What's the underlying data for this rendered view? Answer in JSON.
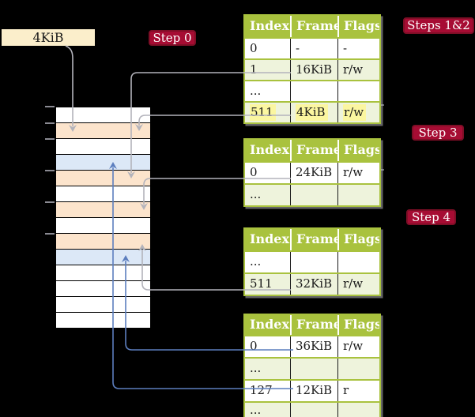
{
  "colors": {
    "background": "#000000",
    "badge_bg": "#A60C33",
    "badge_border": "#7E0E26",
    "badge_text": "#FFFFFF",
    "table_header_bg": "#A9C23E",
    "table_border": "#A9C23E",
    "table_row_green": "#EEF3DC",
    "table_row_white": "#FFFFFF",
    "highlight_yellow": "#FBF6A0",
    "mem_orange": "#FCE4CC",
    "mem_blue": "#DCE8F7",
    "mem_white": "#FFFFFF",
    "label_box_bg": "#FBEECB",
    "arrow_gray": "#B3B3BB",
    "arrow_blue": "#5C7EBE",
    "tick_gray": "#8A8A92"
  },
  "page_size_label": "4KiB",
  "badges": {
    "step0": "Step 0",
    "steps12": "Steps 1&2",
    "step3": "Step 3",
    "step4": "Step 4"
  },
  "memory": {
    "rows": [
      {
        "fill": "white"
      },
      {
        "fill": "orange"
      },
      {
        "fill": "white"
      },
      {
        "fill": "blue"
      },
      {
        "fill": "orange"
      },
      {
        "fill": "white"
      },
      {
        "fill": "orange"
      },
      {
        "fill": "white"
      },
      {
        "fill": "orange"
      },
      {
        "fill": "blue"
      },
      {
        "fill": "white"
      },
      {
        "fill": "white"
      },
      {
        "fill": "white"
      },
      {
        "fill": "white"
      }
    ]
  },
  "tables": [
    {
      "headers": [
        "Index",
        "Frame",
        "Flags"
      ],
      "rows": [
        {
          "cells": [
            "0",
            "-",
            "-"
          ]
        },
        {
          "cells": [
            "1",
            "16KiB",
            "r/w"
          ]
        },
        {
          "cells": [
            "...",
            "",
            ""
          ]
        },
        {
          "cells": [
            "511",
            "4KiB",
            "r/w"
          ]
        }
      ]
    },
    {
      "headers": [
        "Index",
        "Frame",
        "Flags"
      ],
      "rows": [
        {
          "cells": [
            "0",
            "24KiB",
            "r/w"
          ]
        },
        {
          "cells": [
            "...",
            "",
            ""
          ]
        }
      ]
    },
    {
      "headers": [
        "Index",
        "Frame",
        "Flags"
      ],
      "rows": [
        {
          "cells": [
            "...",
            "",
            ""
          ]
        },
        {
          "cells": [
            "511",
            "32KiB",
            "r/w"
          ]
        }
      ]
    },
    {
      "headers": [
        "Index",
        "Frame",
        "Flags"
      ],
      "rows": [
        {
          "cells": [
            "0",
            "36KiB",
            "r/w"
          ]
        },
        {
          "cells": [
            "...",
            "",
            ""
          ]
        },
        {
          "cells": [
            "127",
            "12KiB",
            "r"
          ]
        },
        {
          "cells": [
            "...",
            "",
            ""
          ]
        }
      ]
    }
  ]
}
